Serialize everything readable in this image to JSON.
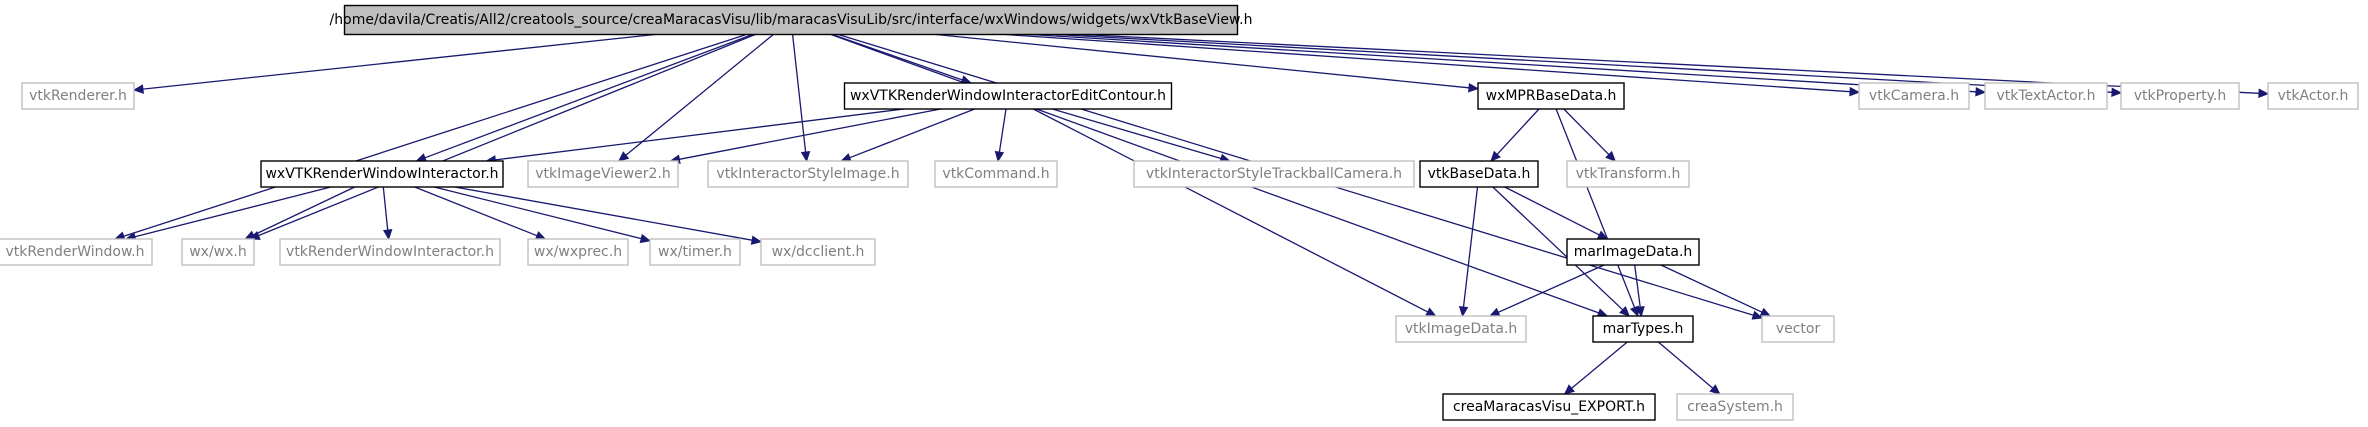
{
  "graph": {
    "colors": {
      "edge": "#191970",
      "root_fill": "#bfbfbf",
      "included_border": "#000000",
      "system_border": "#c0c0c0",
      "system_text": "#808080"
    },
    "nodes": [
      {
        "id": "root",
        "label": "/home/davila/Creatis/All2/creatools_source/creaMaracasVisu/lib/maracasVisuLib/src/interface/wxWindows/widgets/wxVtkBaseView.h",
        "kind": "root"
      },
      {
        "id": "vtkRenderer",
        "label": "vtkRenderer.h",
        "kind": "system"
      },
      {
        "id": "editContour",
        "label": "wxVTKRenderWindowInteractorEditContour.h",
        "kind": "included"
      },
      {
        "id": "mprBase",
        "label": "wxMPRBaseData.h",
        "kind": "included"
      },
      {
        "id": "vtkCamera",
        "label": "vtkCamera.h",
        "kind": "system"
      },
      {
        "id": "vtkTextActor",
        "label": "vtkTextActor.h",
        "kind": "system"
      },
      {
        "id": "vtkProperty",
        "label": "vtkProperty.h",
        "kind": "system"
      },
      {
        "id": "vtkActor",
        "label": "vtkActor.h",
        "kind": "system"
      },
      {
        "id": "rwi",
        "label": "wxVTKRenderWindowInteractor.h",
        "kind": "included"
      },
      {
        "id": "vtkImageViewer2",
        "label": "vtkImageViewer2.h",
        "kind": "system"
      },
      {
        "id": "vtkInteractorStyleImage",
        "label": "vtkInteractorStyleImage.h",
        "kind": "system"
      },
      {
        "id": "vtkCommand",
        "label": "vtkCommand.h",
        "kind": "system"
      },
      {
        "id": "vtkTrackball",
        "label": "vtkInteractorStyleTrackballCamera.h",
        "kind": "system"
      },
      {
        "id": "vtkBaseData",
        "label": "vtkBaseData.h",
        "kind": "included"
      },
      {
        "id": "vtkTransform",
        "label": "vtkTransform.h",
        "kind": "system"
      },
      {
        "id": "vtkRenderWindow",
        "label": "vtkRenderWindow.h",
        "kind": "system"
      },
      {
        "id": "wxwx",
        "label": "wx/wx.h",
        "kind": "system"
      },
      {
        "id": "vtkRWI",
        "label": "vtkRenderWindowInteractor.h",
        "kind": "system"
      },
      {
        "id": "wxprec",
        "label": "wx/wxprec.h",
        "kind": "system"
      },
      {
        "id": "wxtimer",
        "label": "wx/timer.h",
        "kind": "system"
      },
      {
        "id": "wxdcclient",
        "label": "wx/dcclient.h",
        "kind": "system"
      },
      {
        "id": "marImageData",
        "label": "marImageData.h",
        "kind": "included"
      },
      {
        "id": "vtkImageData",
        "label": "vtkImageData.h",
        "kind": "system"
      },
      {
        "id": "marTypes",
        "label": "marTypes.h",
        "kind": "included"
      },
      {
        "id": "vector",
        "label": "vector",
        "kind": "system"
      },
      {
        "id": "export",
        "label": "creaMaracasVisu_EXPORT.h",
        "kind": "included"
      },
      {
        "id": "creaSystem",
        "label": "creaSystem.h",
        "kind": "system"
      }
    ],
    "edges": [
      [
        "root",
        "vtkRenderer"
      ],
      [
        "root",
        "editContour"
      ],
      [
        "root",
        "mprBase"
      ],
      [
        "root",
        "vtkCamera"
      ],
      [
        "root",
        "vtkTextActor"
      ],
      [
        "root",
        "vtkProperty"
      ],
      [
        "root",
        "vtkActor"
      ],
      [
        "root",
        "rwi"
      ],
      [
        "root",
        "vtkImageViewer2"
      ],
      [
        "root",
        "vtkInteractorStyleImage"
      ],
      [
        "root",
        "vtkRenderWindow"
      ],
      [
        "root",
        "wxwx"
      ],
      [
        "root",
        "marTypes"
      ],
      [
        "root",
        "vector"
      ],
      [
        "editContour",
        "rwi"
      ],
      [
        "editContour",
        "vtkImageViewer2"
      ],
      [
        "editContour",
        "vtkInteractorStyleImage"
      ],
      [
        "editContour",
        "vtkCommand"
      ],
      [
        "editContour",
        "vtkTrackball"
      ],
      [
        "editContour",
        "vtkImageData"
      ],
      [
        "rwi",
        "vtkRenderWindow"
      ],
      [
        "rwi",
        "wxwx"
      ],
      [
        "rwi",
        "vtkRWI"
      ],
      [
        "rwi",
        "wxprec"
      ],
      [
        "rwi",
        "wxtimer"
      ],
      [
        "rwi",
        "wxdcclient"
      ],
      [
        "mprBase",
        "vtkBaseData"
      ],
      [
        "mprBase",
        "vtkTransform"
      ],
      [
        "mprBase",
        "marTypes"
      ],
      [
        "vtkBaseData",
        "marImageData"
      ],
      [
        "vtkBaseData",
        "vtkImageData"
      ],
      [
        "vtkBaseData",
        "marTypes"
      ],
      [
        "marImageData",
        "vtkImageData"
      ],
      [
        "marImageData",
        "marTypes"
      ],
      [
        "marImageData",
        "vector"
      ],
      [
        "marTypes",
        "export"
      ],
      [
        "marTypes",
        "creaSystem"
      ]
    ]
  }
}
